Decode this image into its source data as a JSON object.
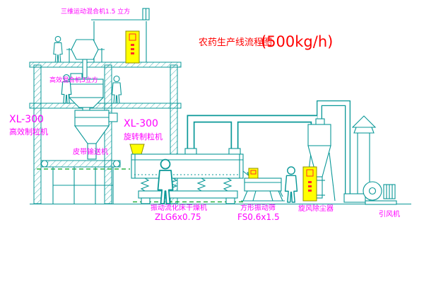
{
  "title": {
    "text": "农药生产线流程图",
    "capacity": "(500kg/h)"
  },
  "labels": {
    "mixer_3d": "三维运动混合机1.5 立方",
    "high_eff_mixer": "高效混合机3立方",
    "granulator_left_model": "XL-300",
    "granulator_left_name": "高效制粒机",
    "granulator_right_model": "XL-300",
    "granulator_right_name": "旋转制粒机",
    "belt_conveyor": "皮带输送机",
    "dryer_name": "振动流化床干燥机",
    "dryer_model": "ZLG6x0.75",
    "screen_name": "方形振动筛",
    "screen_model": "FS0.6x1.5",
    "cyclone_name": "旋风除尘器",
    "fan_name": "引风机"
  },
  "colors": {
    "cad_line": "#0a9898",
    "label_magenta": "#ff00ff",
    "title_red": "#ff0000",
    "cabinet_yellow": "#ffff00",
    "ground_dash_green": "#00a321"
  }
}
